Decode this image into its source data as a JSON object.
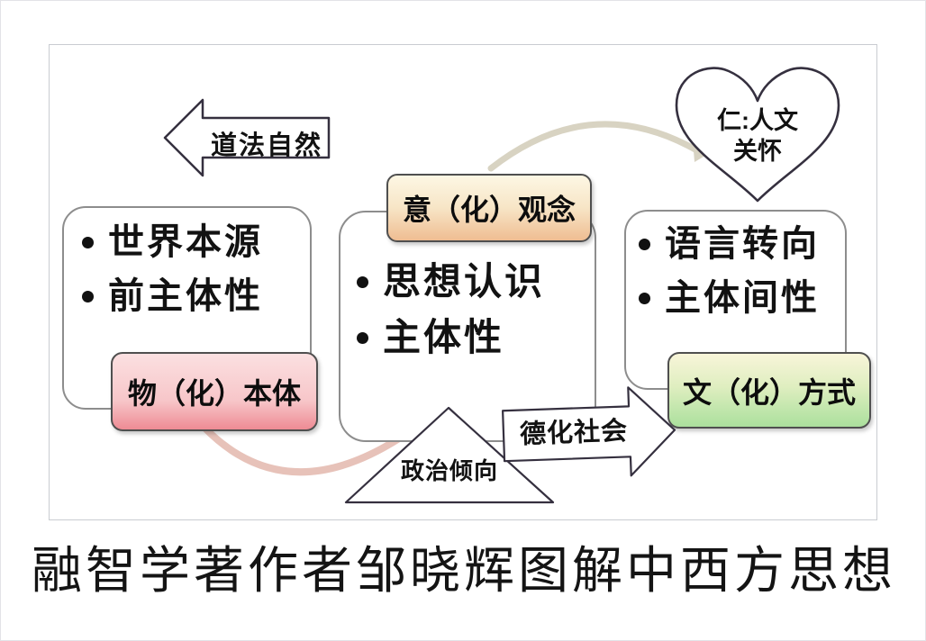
{
  "colors": {
    "outline_dark": "#35303f",
    "panel_border": "#c9ccd1",
    "whitebox_border": "#8d8d8d",
    "label_border": "#4f4f4f",
    "yi_top": "#fdf7e4",
    "yi_bottom": "#efbd92",
    "wu_top": "#fbe0e1",
    "wu_bottom": "#ee8b94",
    "wen_top": "#f8f5d9",
    "wen_bottom": "#abe09d",
    "arc_beige": "#d8d3c2",
    "arc_pink": "#e7c2b9",
    "connector": "#5a5a5a"
  },
  "diagram": {
    "dao_arrow": {
      "label": "道法自然"
    },
    "heart": {
      "line1": "仁:人文",
      "line2": "关怀"
    },
    "left_box": {
      "items": [
        "世界本源",
        "前主体性"
      ]
    },
    "center_box": {
      "items": [
        "思想认识",
        "主体性"
      ]
    },
    "right_box": {
      "items": [
        "语言转向",
        "主体间性"
      ]
    },
    "yi_label": {
      "text": "意（化）观念"
    },
    "wu_label": {
      "text": "物（化）本体"
    },
    "wen_label": {
      "text": "文（化）方式"
    },
    "triangle": {
      "label": "政治倾向"
    },
    "de_arrow": {
      "label": "德化社会"
    }
  },
  "caption": "融智学著作者邹晓辉图解中西方思想"
}
